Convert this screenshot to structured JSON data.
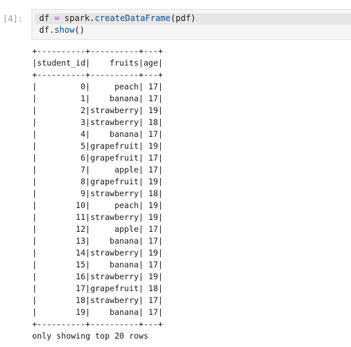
{
  "cell": {
    "prompt": "[4]:",
    "code": {
      "line1": {
        "var": "df",
        "op": "=",
        "obj": "spark.",
        "fn": "createDataFrame",
        "args": "(pdf)"
      },
      "line2": {
        "obj": "df.",
        "fn": "show",
        "args": "()"
      }
    }
  },
  "output": {
    "border": "+----------+----------+---+",
    "header": "|student_id|    fruits|age|",
    "rows": [
      "|         0|     peach| 17|",
      "|         1|    banana| 17|",
      "|         2|strawberry| 19|",
      "|         3|strawberry| 18|",
      "|         4|    banana| 17|",
      "|         5|grapefruit| 19|",
      "|         6|grapefruit| 17|",
      "|         7|     apple| 17|",
      "|         8|grapefruit| 19|",
      "|         9|strawberry| 18|",
      "|        10|     peach| 19|",
      "|        11|strawberry| 19|",
      "|        12|     apple| 17|",
      "|        13|    banana| 17|",
      "|        14|strawberry| 19|",
      "|        15|    banana| 17|",
      "|        16|strawberry| 19|",
      "|        17|grapefruit| 18|",
      "|        18|strawberry| 17|",
      "|        19|    banana| 17|"
    ],
    "footer": "only showing top 20 rows"
  },
  "colors": {
    "prompt": "#9e9e9e",
    "input_bg": "#f5f5f5",
    "operator": "#aa22ff",
    "method": "#0055aa"
  }
}
